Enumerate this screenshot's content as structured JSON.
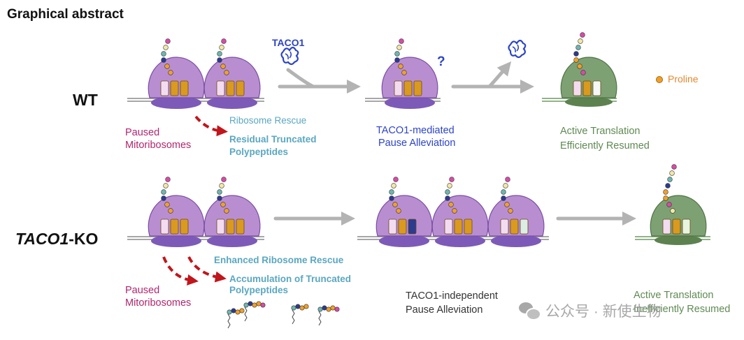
{
  "header": {
    "title": "Graphical abstract"
  },
  "rows": {
    "wt": {
      "label": "WT"
    },
    "ko": {
      "label_italic": "TACO1",
      "label_suffix": "-KO"
    }
  },
  "wt": {
    "paused_line1": "Paused",
    "paused_line2": "Mitoribosomes",
    "rescue": "Ribosome Rescue",
    "residual_line1": "Residual Truncated",
    "residual_line2": "Polypeptides",
    "taco1": "TACO1",
    "question": "?",
    "mediated_line1": "TACO1-mediated",
    "mediated_line2": "Pause Alleviation",
    "active_line1": "Active Translation",
    "active_line2": "Efficiently Resumed",
    "legend_proline": "Proline"
  },
  "ko": {
    "paused_line1": "Paused",
    "paused_line2": "Mitoribosomes",
    "enhanced": "Enhanced Ribosome Rescue",
    "accum_line1": "Accumulation of Truncated",
    "accum_line2": "Polypeptides",
    "independent_line1": "TACO1-independent",
    "independent_line2": "Pause Alleviation",
    "active_line1": "Active Translation",
    "active_line2": "Inefficiently Resumed"
  },
  "watermark": {
    "text": "公众号 · 新使生物"
  },
  "colors": {
    "ribo_purple": "#b98ed1",
    "ribo_purple_dark": "#7a4ea3",
    "small_subunit": "#7d5ab8",
    "ribo_green": "#7da173",
    "ribo_green_dark": "#4f7346",
    "trna_orange": "#d99a1f",
    "arrow_grey": "#b3b3b3",
    "arrow_red": "#c0161c",
    "taco_blue": "#2c44c6",
    "proline": "#f0a02a"
  }
}
